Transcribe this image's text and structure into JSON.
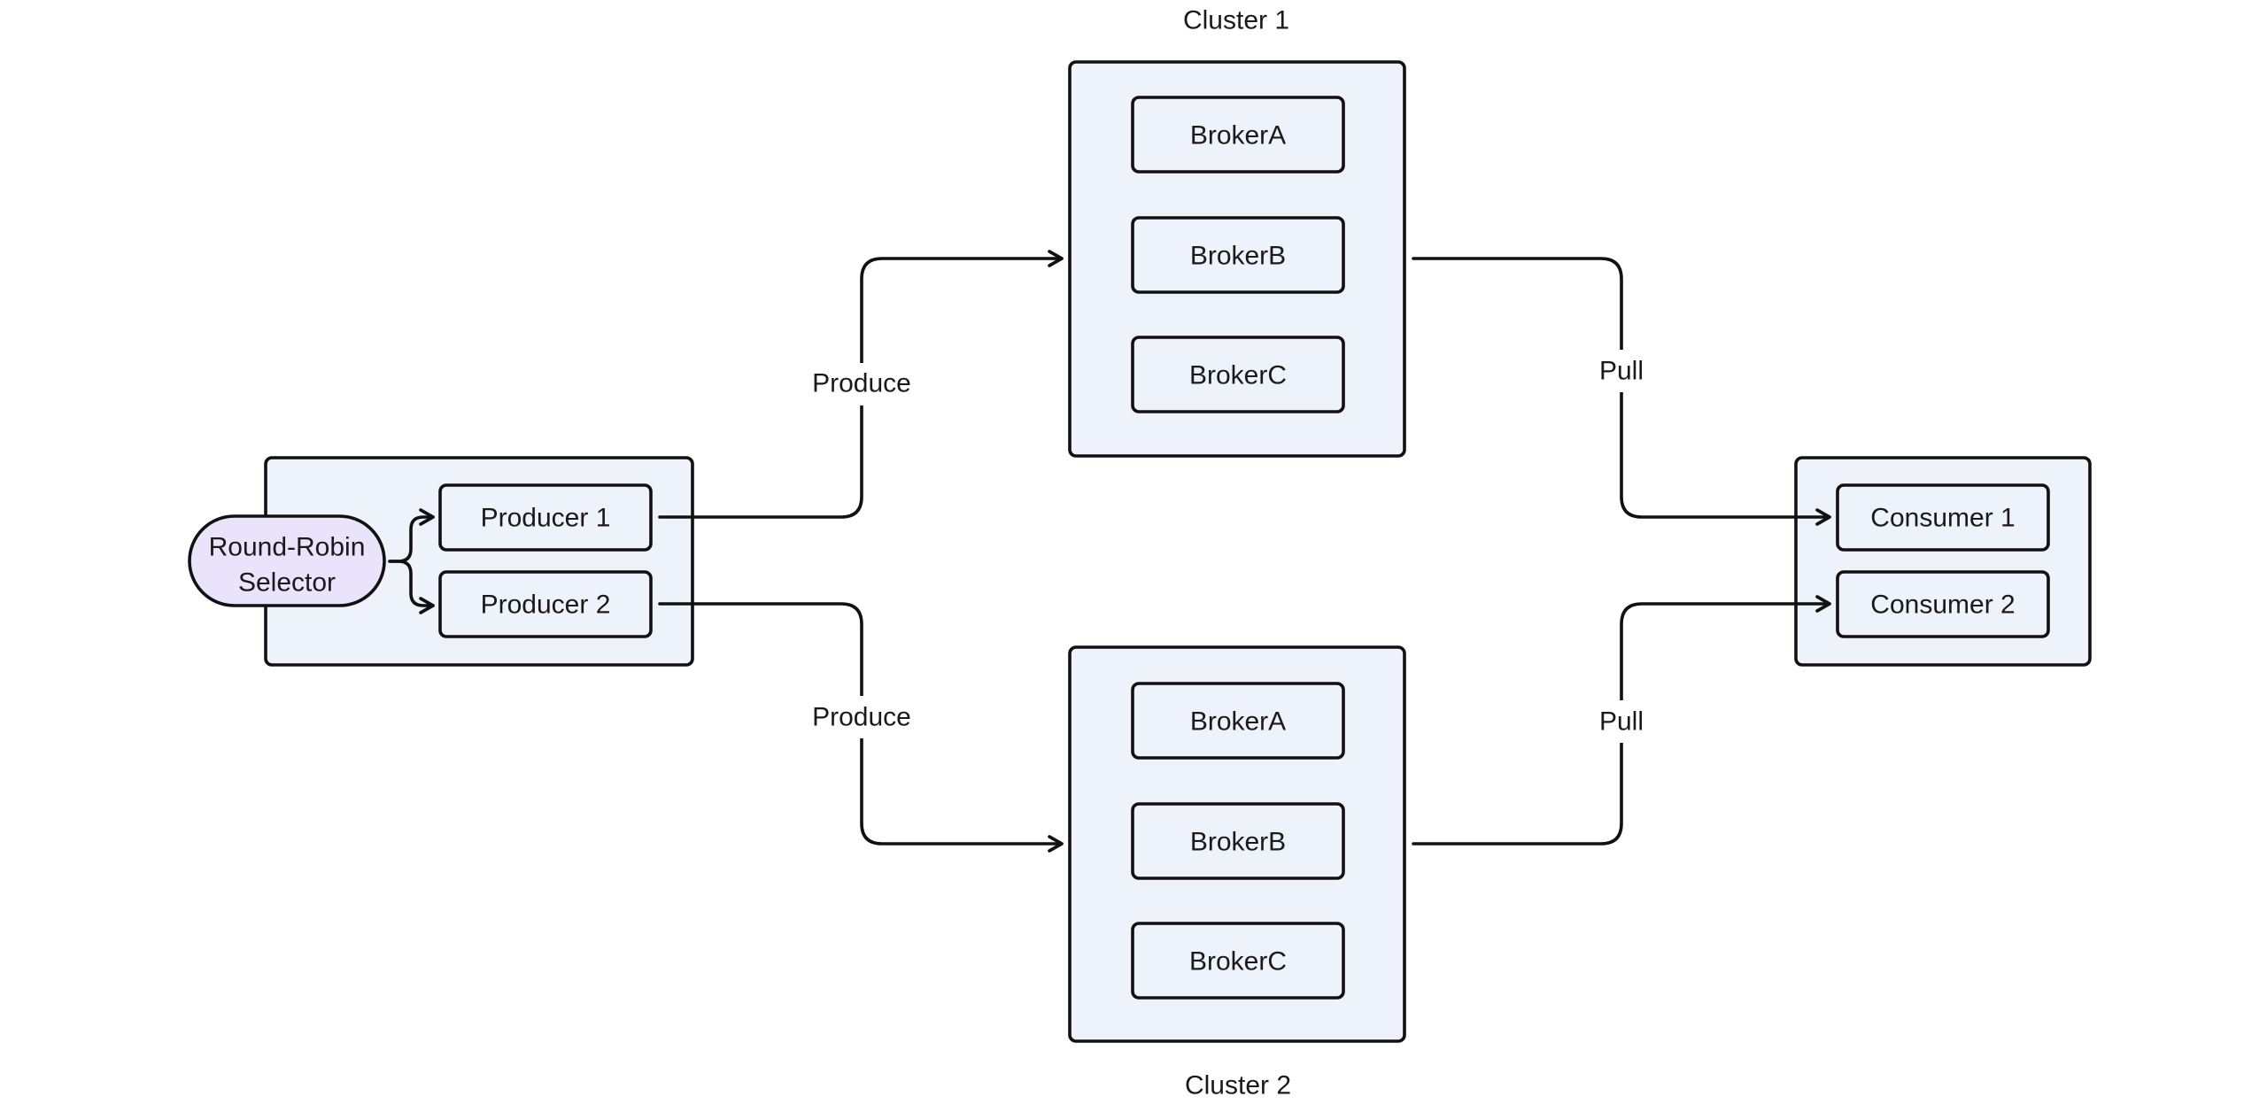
{
  "diagram": {
    "clusters": [
      {
        "title": "Cluster 1",
        "brokers": [
          "BrokerA",
          "BrokerB",
          "BrokerC"
        ]
      },
      {
        "title": "Cluster 2",
        "brokers": [
          "BrokerA",
          "BrokerB",
          "BrokerC"
        ]
      }
    ],
    "selector": {
      "line1": "Round-Robin",
      "line2": "Selector"
    },
    "producers": [
      "Producer 1",
      "Producer 2"
    ],
    "consumers": [
      "Consumer 1",
      "Consumer 2"
    ],
    "edges": {
      "produce_top": "Produce",
      "produce_bottom": "Produce",
      "pull_top": "Pull",
      "pull_bottom": "Pull"
    },
    "colors": {
      "group_fill": "#eef2fb",
      "selector_fill": "#e9e3fb",
      "stroke": "#111111"
    }
  }
}
